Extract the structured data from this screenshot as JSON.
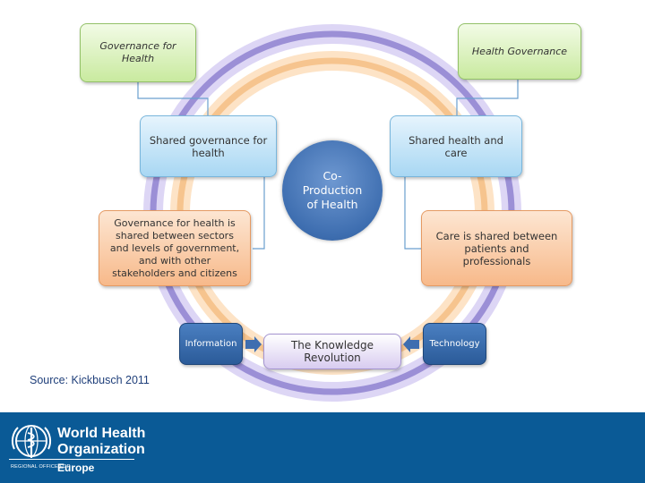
{
  "diagram": {
    "top_left": "Governance for Health",
    "top_right": "Health Governance",
    "mid_left": "Shared governance for health",
    "mid_right": "Shared health and care",
    "low_left": "Governance for health is shared between sectors and levels of government, and with other stakeholders and citizens",
    "low_right": "Care is shared between patients and professionals",
    "center": "Co-Production of Health",
    "information": "Information",
    "technology": "Technology",
    "knowledge": "The Knowledge Revolution"
  },
  "source": "Source: Kickbusch 2011",
  "footer": {
    "org_line1": "World Health",
    "org_line2": "Organization",
    "regional_label": "REGIONAL OFFICE FOR",
    "region": "Europe"
  },
  "colors": {
    "footer_bg": "#0a5a96",
    "outer_ring": "#9b8fd6",
    "inner_ring": "#f6c48e",
    "center": "#3e6eb0"
  }
}
